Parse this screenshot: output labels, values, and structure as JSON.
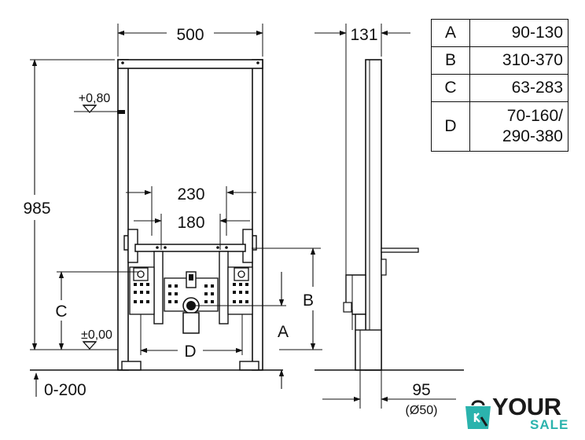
{
  "dimensions": {
    "width_top": "500",
    "depth_top": "131",
    "height_total": "985",
    "upper_mark": "+0,80",
    "lower_mark": "±0,00",
    "spacing_outer": "230",
    "spacing_inner": "180",
    "label_a": "A",
    "label_b": "B",
    "label_c": "C",
    "label_d": "D",
    "floor_range": "0-200",
    "pipe_offset": "95",
    "pipe_diameter": "(Ø50)"
  },
  "table": {
    "rows": [
      {
        "key": "A",
        "value": "90-130"
      },
      {
        "key": "B",
        "value": "310-370"
      },
      {
        "key": "C",
        "value": "63-283"
      },
      {
        "key": "D",
        "value_line1": "70-160/",
        "value_line2": "290-380"
      }
    ]
  },
  "logo": {
    "word": "YOUR",
    "sub": "SALE",
    "accent_color": "#2bb3ad"
  }
}
